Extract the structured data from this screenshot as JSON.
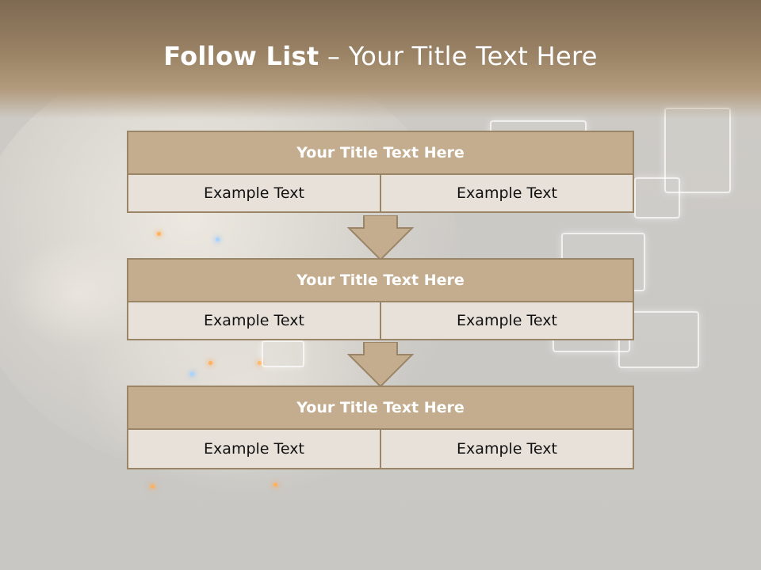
{
  "slide": {
    "title_bold": "Follow List",
    "title_rest": " – Your Title Text Here"
  },
  "blocks": [
    {
      "title": "Your Title Text Here",
      "left": "Example Text",
      "right": "Example Text"
    },
    {
      "title": "Your Title Text Here",
      "left": "Example Text",
      "right": "Example Text"
    },
    {
      "title": "Your Title Text Here",
      "left": "Example Text",
      "right": "Example Text"
    }
  ],
  "colors": {
    "header_band": "#8b7459",
    "block_title_fill": "#c4ad8e",
    "block_cell_fill": "#e8e1da",
    "block_border": "#9a8566",
    "arrow_fill": "#c4ad8e"
  },
  "icons": [
    "down-arrow-icon"
  ]
}
